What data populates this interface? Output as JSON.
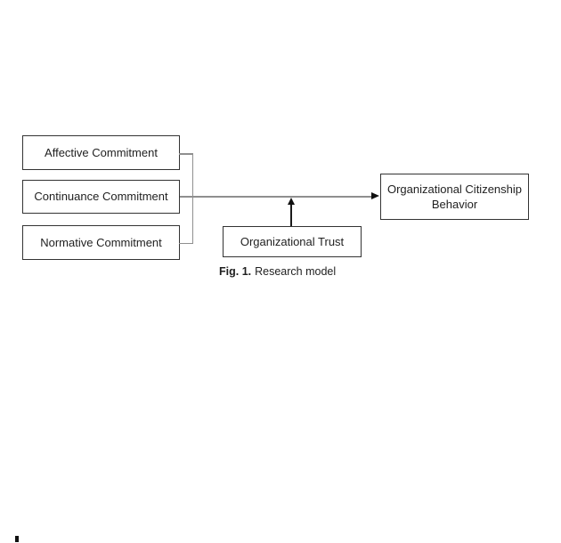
{
  "figure": {
    "boxes": {
      "affective": {
        "label": "Affective Commitment"
      },
      "continuance": {
        "label": "Continuance Commitment"
      },
      "normative": {
        "label": "Normative Commitment"
      },
      "trust": {
        "label": "Organizational Trust"
      },
      "ocb": {
        "line1": "Organizational Citizenship",
        "line2": "Behavior"
      }
    },
    "caption": {
      "label": "Fig. 1.",
      "text": "Research model"
    },
    "colors": {
      "background": "#ffffff",
      "box_border": "#333333",
      "connector_gray": "#8f8f8f",
      "arrow_black": "#111111",
      "text": "#1f1f1f"
    }
  }
}
